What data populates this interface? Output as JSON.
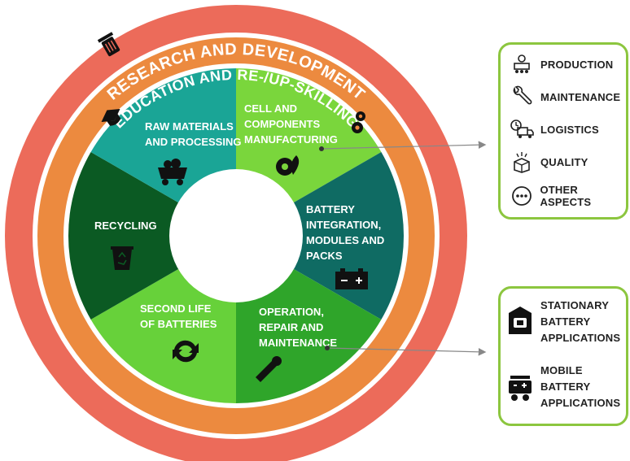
{
  "outer_ring": {
    "label": "RESEARCH AND DEVELOPMENT",
    "color": "#ec6b5a"
  },
  "middle_ring": {
    "label": "EDUCATION AND RE-/UP-SKILLING",
    "color": "#ec8a3f"
  },
  "segments": [
    {
      "id": "cell",
      "lines": [
        "CELL AND",
        "COMPONENTS",
        "MANUFACTURING"
      ],
      "color": "#7ad63c",
      "icon": "gear-leaf-icon"
    },
    {
      "id": "integration",
      "lines": [
        "BATTERY",
        "INTEGRATION,",
        "MODULES AND",
        "PACKS"
      ],
      "color": "#0f6b63",
      "icon": "battery-icon"
    },
    {
      "id": "operation",
      "lines": [
        "OPERATION,",
        "REPAIR AND",
        "MAINTENANCE"
      ],
      "color": "#2fa52a",
      "icon": "wrench-icon"
    },
    {
      "id": "second-life",
      "lines": [
        "SECOND LIFE",
        "OF BATTERIES"
      ],
      "color": "#67d13a",
      "icon": "cycle-arrows-icon"
    },
    {
      "id": "recycling",
      "lines": [
        "RECYCLING"
      ],
      "color": "#0b5a23",
      "icon": "recycle-bin-icon"
    },
    {
      "id": "raw",
      "lines": [
        "RAW MATERIALS",
        "AND PROCESSING"
      ],
      "color": "#1aa596",
      "icon": "mine-cart-icon"
    }
  ],
  "box_top": {
    "items": [
      {
        "label": "PRODUCTION",
        "icon": "production-icon"
      },
      {
        "label": "MAINTENANCE",
        "icon": "wrench-icon"
      },
      {
        "label": "LOGISTICS",
        "icon": "truck-icon"
      },
      {
        "label": "QUALITY",
        "icon": "quality-box-icon"
      },
      {
        "label": "OTHER ASPECTS",
        "icon": "more-dots-icon"
      }
    ]
  },
  "box_bottom": {
    "items": [
      {
        "lines": [
          "STATIONARY",
          "BATTERY",
          "APPLICATIONS"
        ],
        "icon": "stationary-battery-icon"
      },
      {
        "lines": [
          "MOBILE",
          "BATTERY",
          "APPLICATIONS"
        ],
        "icon": "mobile-battery-icon"
      }
    ]
  },
  "colors": {
    "box_border": "#8cc63f",
    "connector": "#888888",
    "white": "#ffffff"
  }
}
